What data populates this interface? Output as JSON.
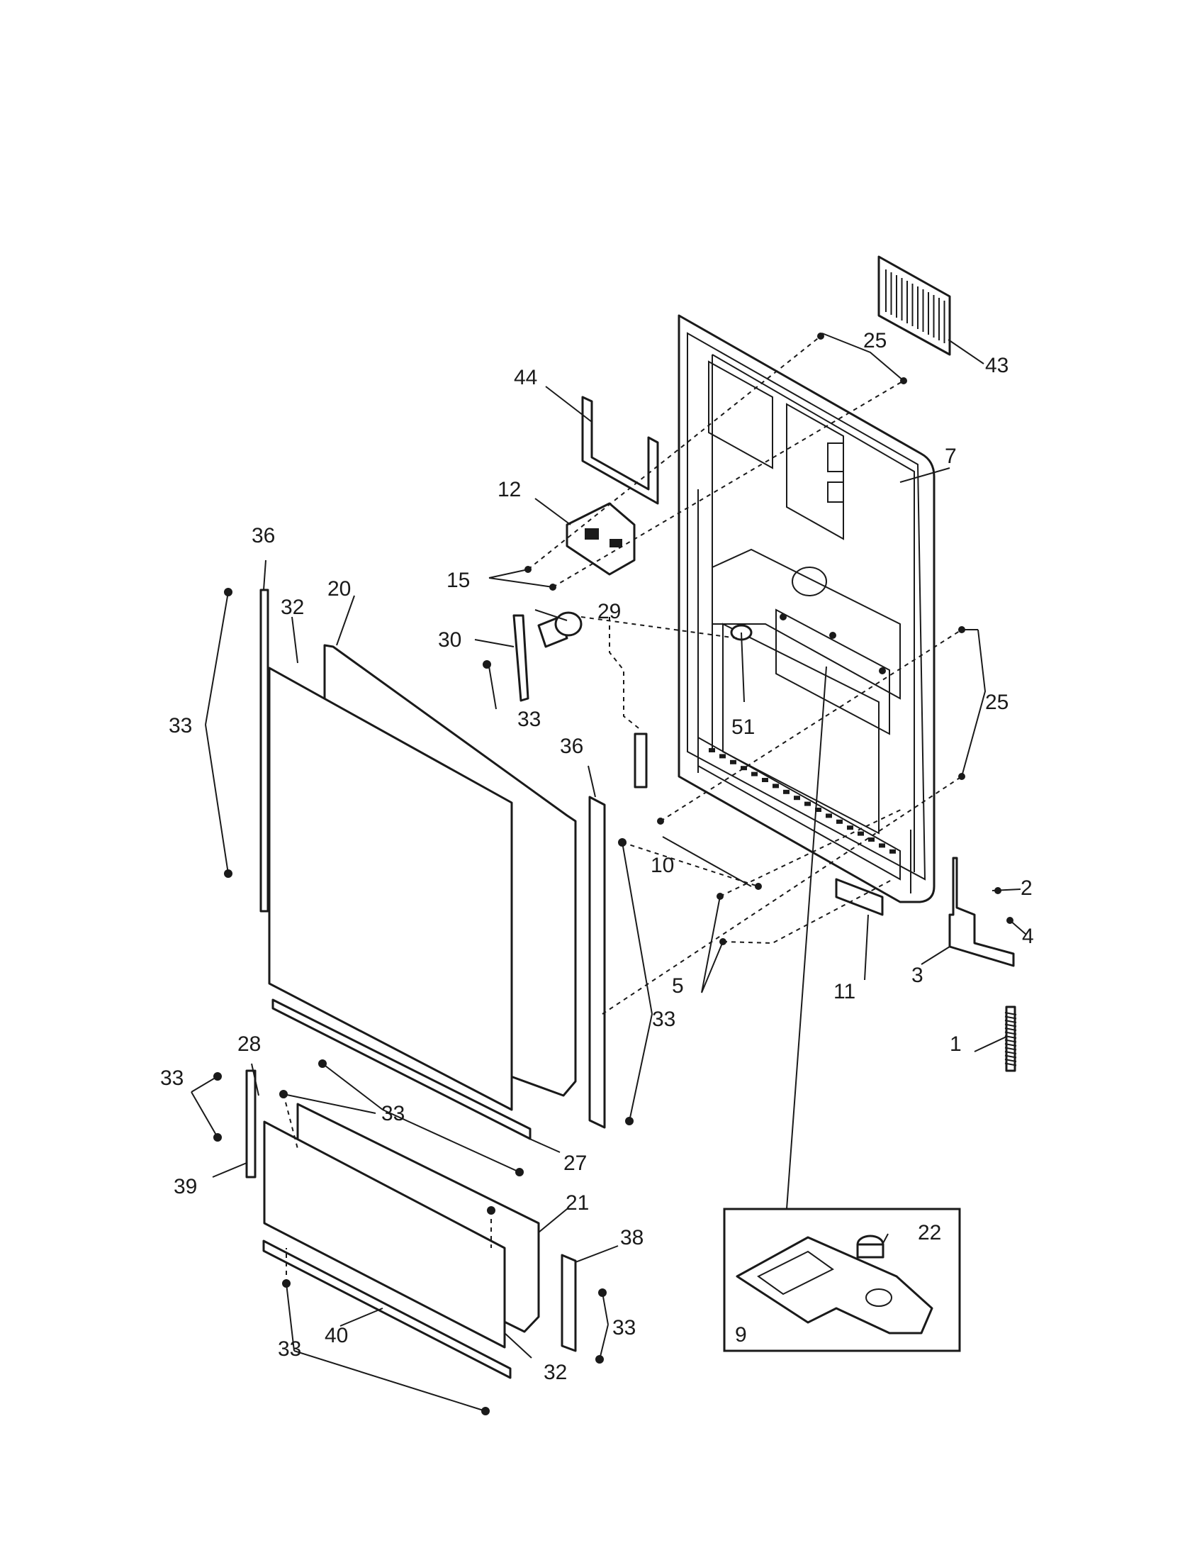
{
  "diagram": {
    "labels": {
      "p1": "1",
      "p2": "2",
      "p3": "3",
      "p4": "4",
      "p5": "5",
      "p7": "7",
      "p9": "9",
      "p10": "10",
      "p11": "11",
      "p12": "12",
      "p15": "15",
      "p20": "20",
      "p21": "21",
      "p22": "22",
      "p25a": "25",
      "p25b": "25",
      "p27": "27",
      "p28": "28",
      "p29": "29",
      "p30": "30",
      "p32a": "32",
      "p32b": "32",
      "p33a": "33",
      "p33b": "33",
      "p33c": "33",
      "p33d": "33",
      "p33e": "33",
      "p33f": "33",
      "p33g": "33",
      "p36a": "36",
      "p36b": "36",
      "p38": "38",
      "p39": "39",
      "p40": "40",
      "p43": "43",
      "p44": "44",
      "p51": "51"
    }
  }
}
